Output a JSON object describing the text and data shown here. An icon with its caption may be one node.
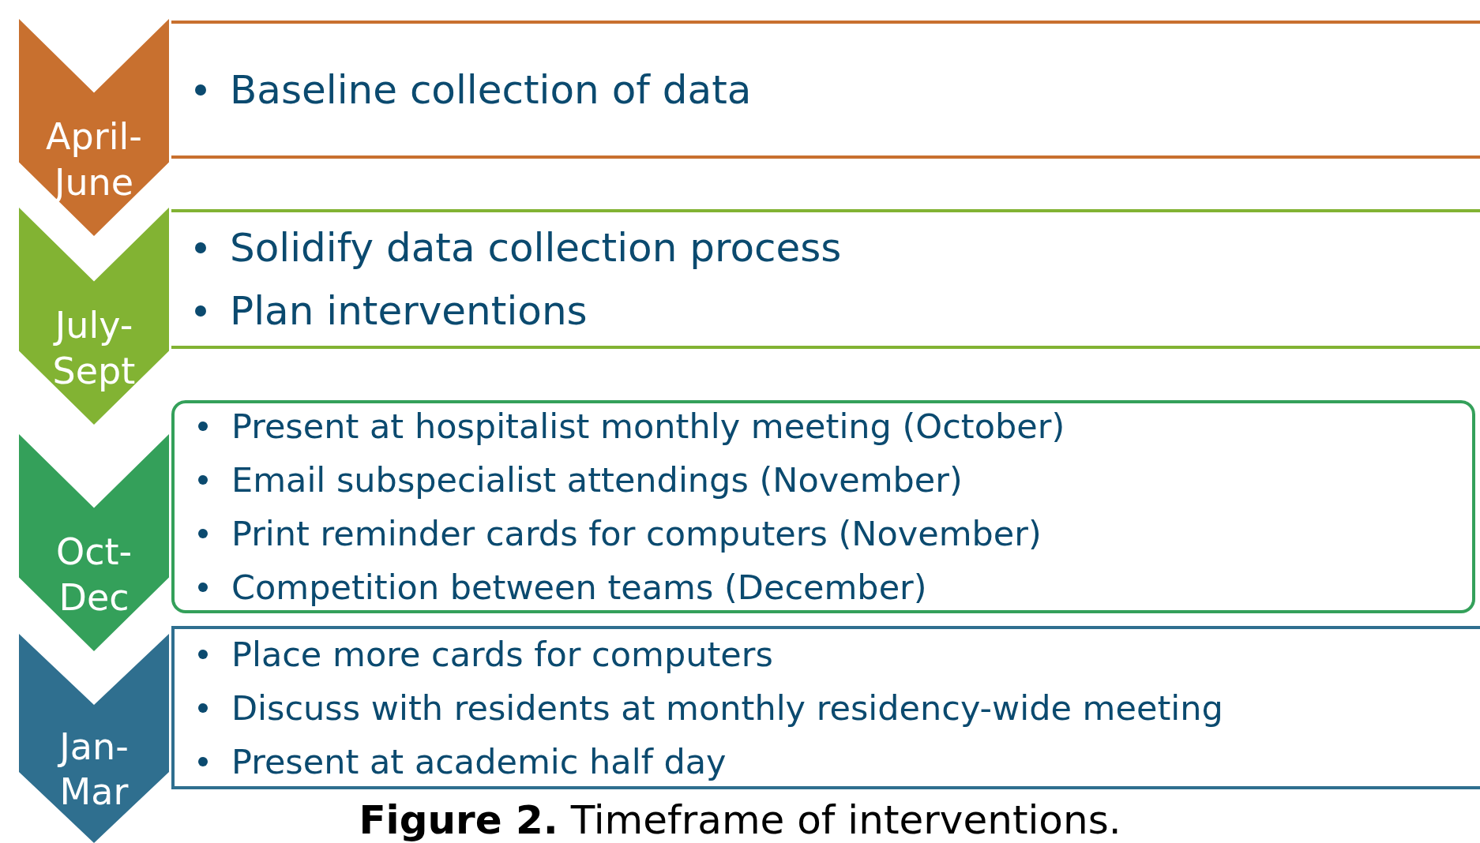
{
  "diagram": {
    "caption": "**Figure 2.** Timeframe of interventions.",
    "nodes": [
      {
        "text": [
          "April- June"
        ]
      },
      {
        "text": [
          "Baseline collection of data"
        ]
      },
      {
        "text": [
          "July- Sept"
        ]
      },
      {
        "text": [
          "Solidify data collection process",
          "Plan interventions"
        ]
      },
      {
        "text": [
          "Oct- Dec"
        ]
      },
      {
        "text": [
          "Present at hospitalist monthly meeting (October)",
          "Email subspecialist attendings (November)",
          "Print reminder cards for computers (November)",
          "Competition between teams (December)"
        ]
      },
      {
        "text": [
          "Jan- Mar"
        ]
      },
      {
        "text": [
          "Place more cards for computers",
          "Discuss with residents at monthly residency-wide meeting",
          "Present at academic half day"
        ]
      }
    ]
  }
}
